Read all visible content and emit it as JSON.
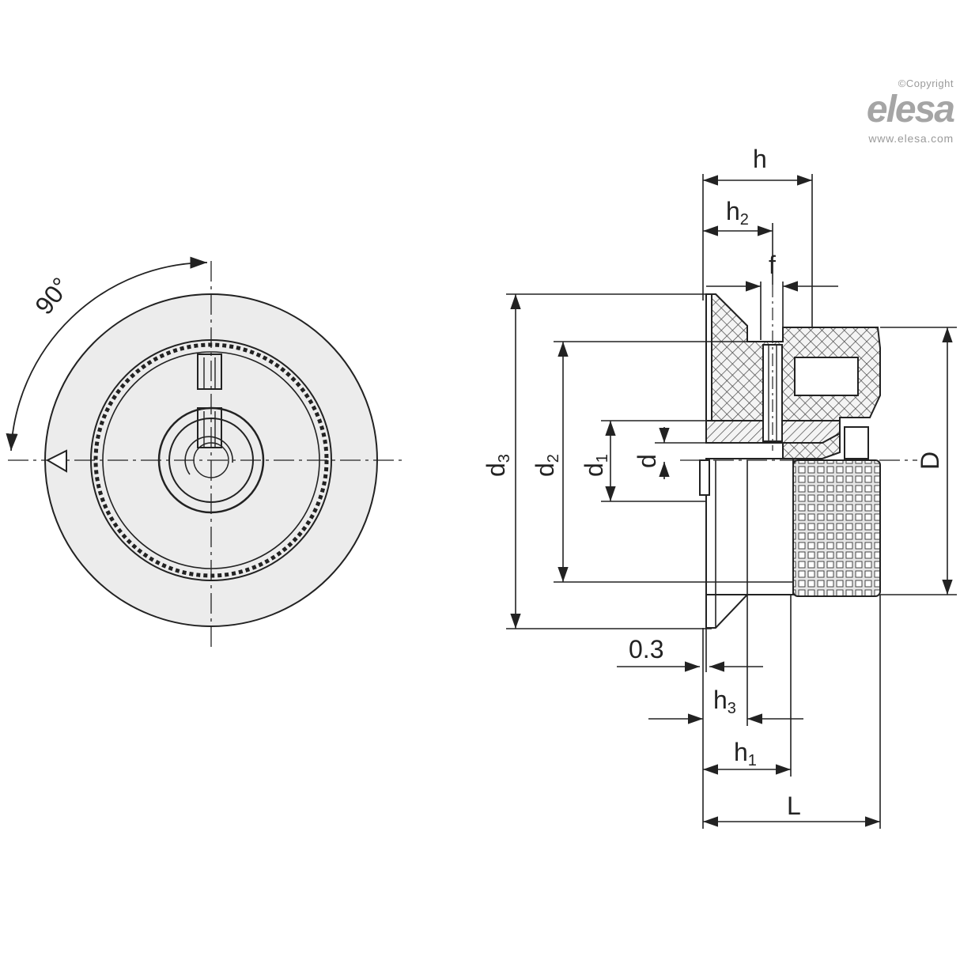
{
  "brand": {
    "copyright": "©Copyright",
    "logo": "elesa",
    "url": "www.elesa.com"
  },
  "front_view": {
    "angle_label": "90°"
  },
  "side_view": {
    "labels": {
      "h": "h",
      "h2_main": "h",
      "h2_sub": "2",
      "f": "f",
      "d3_main": "d",
      "d3_sub": "3",
      "d2_main": "d",
      "d2_sub": "2",
      "d1_main": "d",
      "d1_sub": "1",
      "d": "d",
      "D": "D",
      "gap": "0.3",
      "h3_main": "h",
      "h3_sub": "3",
      "h1_main": "h",
      "h1_sub": "1",
      "L": "L"
    }
  },
  "colors": {
    "line": "#222222",
    "face_fill": "#ececec",
    "hatch": "#333333"
  }
}
